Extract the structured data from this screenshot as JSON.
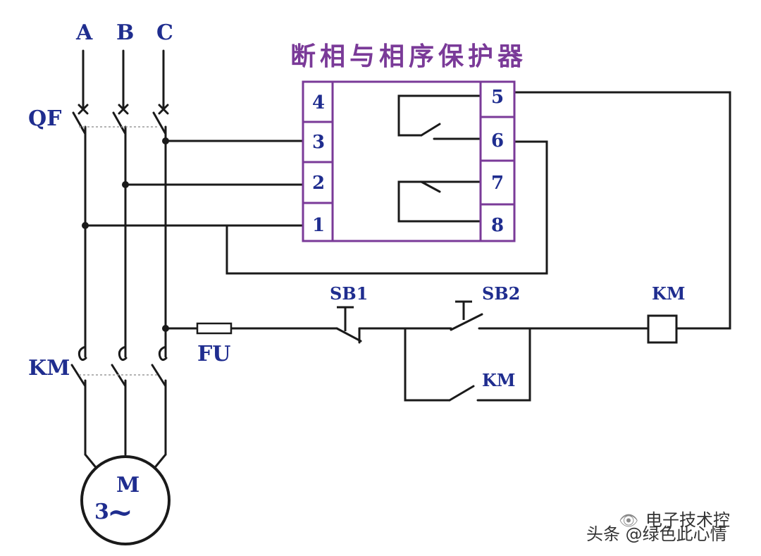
{
  "title": "断相与相序保护器",
  "phases": [
    "A",
    "B",
    "C"
  ],
  "labels": {
    "qf": "QF",
    "km_main": "KM",
    "fu": "FU",
    "sb1": "SB1",
    "sb2": "SB2",
    "km_coil": "KM",
    "km_aux": "KM"
  },
  "motor": {
    "letter": "M",
    "phase_text": "3",
    "ac_symbol": "~"
  },
  "terminals_left": [
    "4",
    "3",
    "2",
    "1"
  ],
  "terminals_right": [
    "5",
    "6",
    "7",
    "8"
  ],
  "watermark": {
    "line1": "电子技术控",
    "line2": "头条 @绿色此心情"
  },
  "colors": {
    "wire": "#1a1a1a",
    "label": "#1f2d8f",
    "box": "#7a3a98"
  }
}
